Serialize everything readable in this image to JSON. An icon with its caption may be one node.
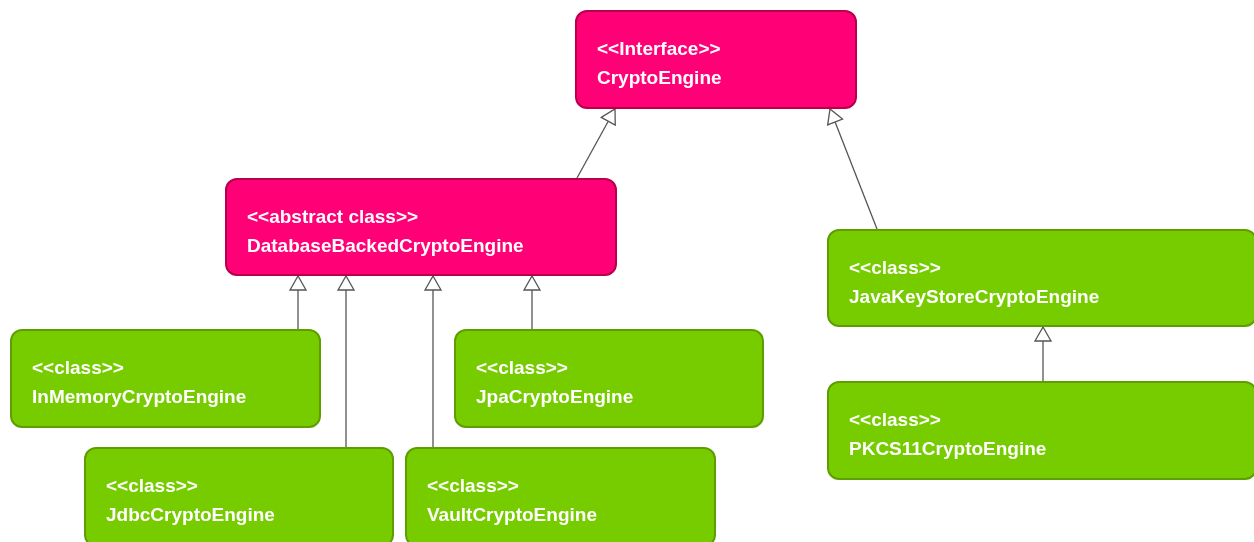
{
  "diagram": {
    "nodes": [
      {
        "text": [
          "<<Interface>>",
          "CryptoEngine"
        ]
      },
      {
        "text": [
          "<<abstract class>>",
          "DatabaseBackedCryptoEngine"
        ]
      },
      {
        "text": [
          "<<class>>",
          "JavaKeyStoreCryptoEngine"
        ]
      },
      {
        "text": [
          "<<class>>",
          "InMemoryCryptoEngine"
        ]
      },
      {
        "text": [
          "<<class>>",
          "JpaCryptoEngine"
        ]
      },
      {
        "text": [
          "<<class>>",
          "PKCS11CryptoEngine"
        ]
      },
      {
        "text": [
          "<<class>>",
          "JdbcCryptoEngine"
        ]
      },
      {
        "text": [
          "<<class>>",
          "VaultCryptoEngine"
        ]
      }
    ],
    "edges": [
      {
        "from": 1,
        "to": 0,
        "arrow": "to"
      },
      {
        "from": 2,
        "to": 0,
        "arrow": "to"
      },
      {
        "from": 3,
        "to": 1,
        "arrow": "to"
      },
      {
        "from": 6,
        "to": 1,
        "arrow": "to"
      },
      {
        "from": 7,
        "to": 1,
        "arrow": "to"
      },
      {
        "from": 4,
        "to": 1,
        "arrow": "to"
      },
      {
        "from": 5,
        "to": 2,
        "arrow": "to"
      }
    ]
  }
}
